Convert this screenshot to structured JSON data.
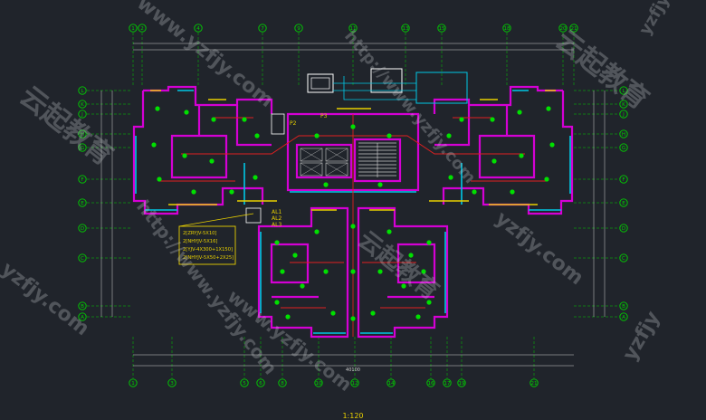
{
  "drawing": {
    "scale_label": "1:120",
    "colors": {
      "background": "#20242b",
      "axis": "#00d000",
      "wall": "#d400d4",
      "window": "#00c8e6",
      "wiring": "#e02020",
      "fixture": "#00e000",
      "dimension": "#d0d0d0",
      "yellow": "#e8d000"
    }
  },
  "axes": {
    "top": [
      "1",
      "2",
      "4",
      "7",
      "9",
      "11",
      "13",
      "15",
      "18",
      "20",
      "21"
    ],
    "bottom": [
      "1",
      "3",
      "5",
      "6",
      "8",
      "10",
      "12",
      "14",
      "16",
      "17",
      "19",
      "21"
    ],
    "left": [
      "L",
      "K",
      "J",
      "H",
      "G",
      "F",
      "E",
      "D",
      "C",
      "B",
      "A"
    ],
    "right": [
      "L",
      "K",
      "J",
      "H",
      "G",
      "F",
      "E",
      "D",
      "C",
      "B",
      "A"
    ]
  },
  "legend": {
    "lines": [
      "2[ZRYJV-5X10]",
      "2[NHYJV-5X16]",
      "2[YJV-4X300+1X150]",
      "2[NHYJV-5X50+2X25]"
    ]
  },
  "callouts": [
    "P2",
    "P3",
    "AL1",
    "AL2",
    "AL3"
  ],
  "dimensions": {
    "overall": "40100"
  },
  "watermarks": [
    "云起教育",
    "www.yzfjy.com",
    "http://www.yzfjy.com",
    "yzfjy.com",
    "yzfjy"
  ]
}
